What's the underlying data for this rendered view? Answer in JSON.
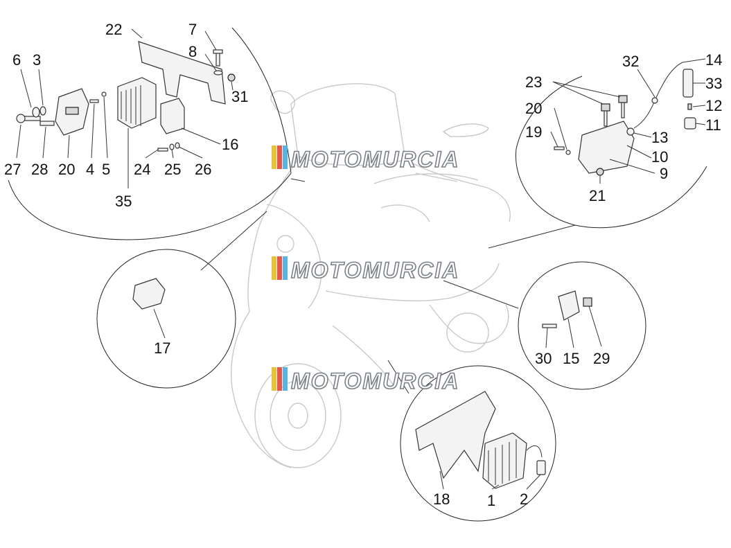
{
  "watermark": {
    "text": "MOTOMURCIA",
    "stripe_colors": [
      "#e8c33a",
      "#e25a4e",
      "#59b5e0"
    ]
  },
  "labels": {
    "l22": "22",
    "l7": "7",
    "l8": "8",
    "l31": "31",
    "l6": "6",
    "l3": "3",
    "l27": "27",
    "l28": "28",
    "l20a": "20",
    "l4": "4",
    "l5": "5",
    "l35": "35",
    "l24": "24",
    "l25": "25",
    "l26": "26",
    "l16": "16",
    "l32": "32",
    "l14": "14",
    "l33": "33",
    "l23": "23",
    "l12": "12",
    "l20b": "20",
    "l11": "11",
    "l19": "19",
    "l13": "13",
    "l10": "10",
    "l9": "9",
    "l21": "21",
    "l17": "17",
    "l30": "30",
    "l15": "15",
    "l29": "29",
    "l18": "18",
    "l1": "1",
    "l2": "2"
  }
}
